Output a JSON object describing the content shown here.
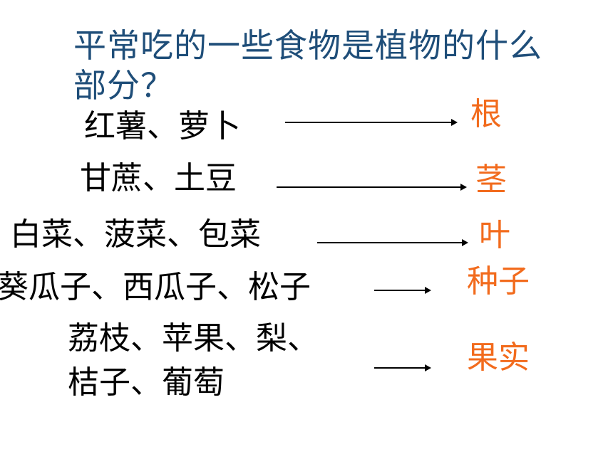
{
  "title": "平常吃的一些食物是植物的什么部分？",
  "rows": [
    {
      "foods": "红薯、萝卜",
      "part": "根"
    },
    {
      "foods": "甘蔗、土豆",
      "part": "茎"
    },
    {
      "foods": "白菜、菠菜、包菜",
      "part": "叶"
    },
    {
      "foods": "葵瓜子、西瓜子、松子",
      "part": "种子"
    },
    {
      "foods_line1": "荔枝、苹果、梨、",
      "foods_line2": "桔子、葡萄",
      "part": "果实"
    }
  ]
}
